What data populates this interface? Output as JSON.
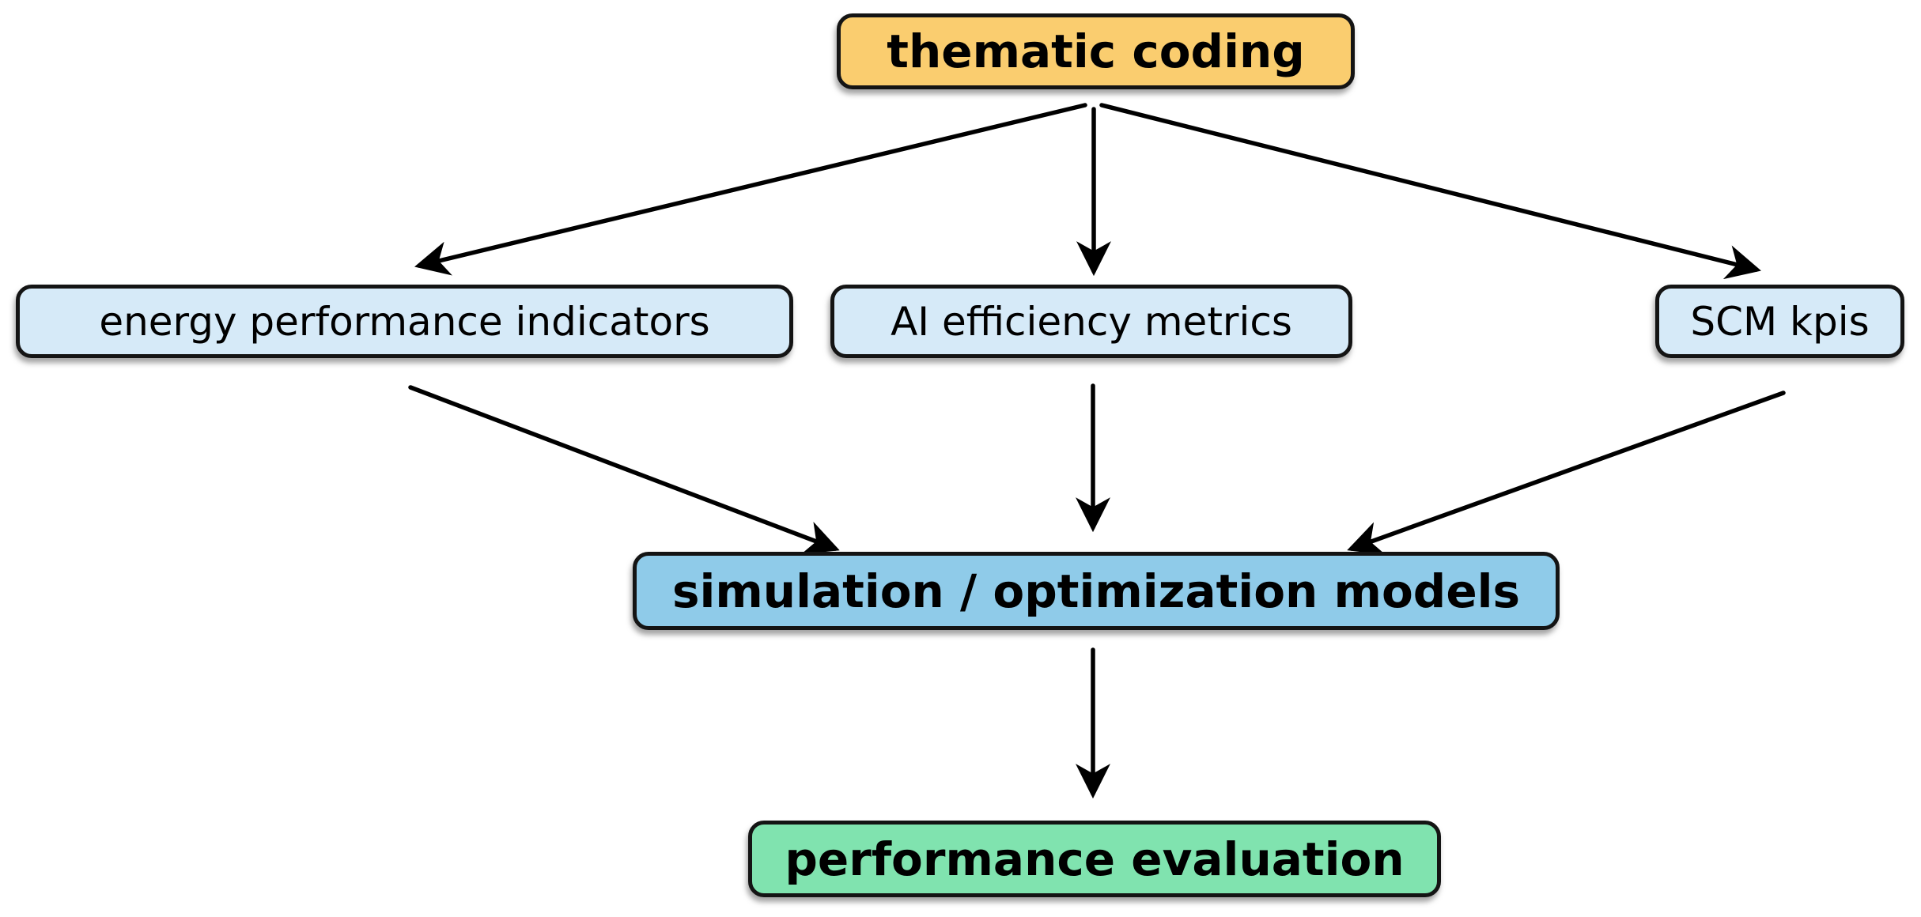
{
  "diagram": {
    "background_color": "#ffffff",
    "border_color": "#141414",
    "arrow_color": "#000000",
    "nodes": [
      {
        "id": "thematic",
        "label": "thematic coding",
        "fill": "#FACD6F",
        "bold": true
      },
      {
        "id": "energy",
        "label": "energy performance indicators",
        "fill": "#D6EAF8",
        "bold": false
      },
      {
        "id": "ai",
        "label": "AI efficiency metrics",
        "fill": "#D6EAF8",
        "bold": false
      },
      {
        "id": "scm",
        "label": "SCM kpis",
        "fill": "#D6EAF8",
        "bold": false
      },
      {
        "id": "sim",
        "label": "simulation / optimization models",
        "fill": "#8FCBE9",
        "bold": true
      },
      {
        "id": "perf",
        "label": "performance evaluation",
        "fill": "#80E3AF",
        "bold": true
      }
    ],
    "edges": [
      {
        "from": "thematic",
        "to": "energy"
      },
      {
        "from": "thematic",
        "to": "ai"
      },
      {
        "from": "thematic",
        "to": "scm"
      },
      {
        "from": "energy",
        "to": "sim"
      },
      {
        "from": "ai",
        "to": "sim"
      },
      {
        "from": "scm",
        "to": "sim"
      },
      {
        "from": "sim",
        "to": "perf"
      }
    ]
  }
}
